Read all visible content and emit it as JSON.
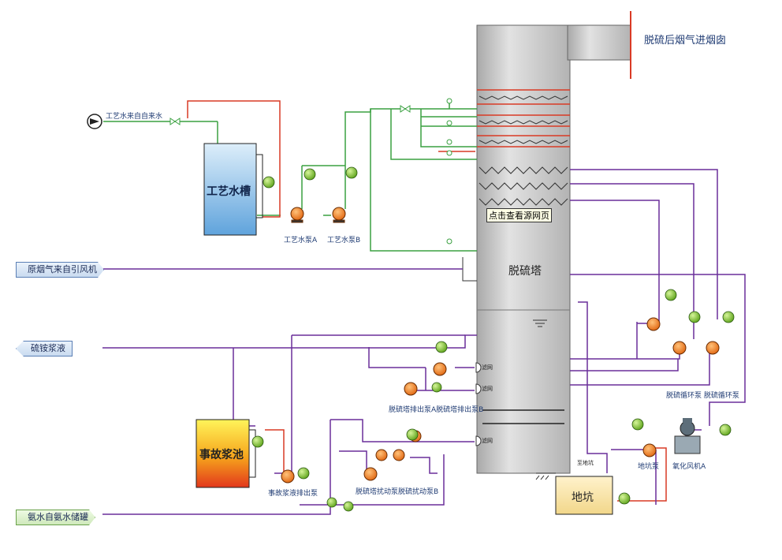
{
  "labels": {
    "outlet_to_chimney": "脱硫后烟气进烟囱",
    "process_water_source": "工艺水来自自来水",
    "process_water_tank": "工艺水槽",
    "process_pump_a": "工艺水泵A",
    "process_pump_b": "工艺水泵B",
    "raw_flue_gas": "原烟气来自引风机",
    "desulfurization_tower": "脱硫塔",
    "ammonium_sulfate": "硫铵浆液",
    "discharge_pumps": "脱硫塔排出泵A脱硫塔排出泵B",
    "accident_tank": "事故浆池",
    "accident_pump": "事故浆液排出泵",
    "agitator_pumps": "脱硫塔扰动泵脱硫扰动泵B",
    "ammonia_source": "氨水自氨水储罐",
    "sump": "地坑",
    "sump_pump": "地坑泵",
    "oxidation_fan": "氧化风机A",
    "circulation_pumps": "脱硫循环泵   脱硫循环泵",
    "tooltip": "点击查看源网页",
    "inlet_tag_1": "滤网",
    "inlet_tag_2": "滤网",
    "inlet_tag_3": "滤网",
    "ground_tag": "至地坑"
  },
  "colors": {
    "green_pipe": "#3aa040",
    "purple_pipe": "#6a2f9a",
    "red_pipe": "#d93a25",
    "tower_fill": "#c9c9c9",
    "pump_orange": "#f07d1a",
    "gauge_green": "#7bc62c",
    "label_blue": "#1f3b73"
  }
}
